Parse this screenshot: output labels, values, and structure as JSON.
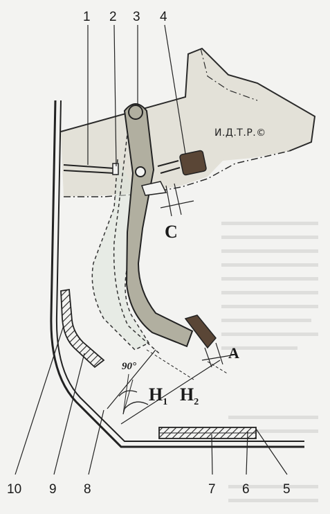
{
  "callouts": {
    "top": [
      "1",
      "2",
      "3",
      "4"
    ],
    "bottom": [
      "10",
      "9",
      "8",
      "7",
      "6",
      "5"
    ]
  },
  "dimensions": {
    "c": "C",
    "a": "A",
    "h1": "H",
    "h1_sub": "1",
    "h2": "H",
    "h2_sub": "2",
    "angle": "90°"
  },
  "watermark": "И.Д.Т.Р.©"
}
